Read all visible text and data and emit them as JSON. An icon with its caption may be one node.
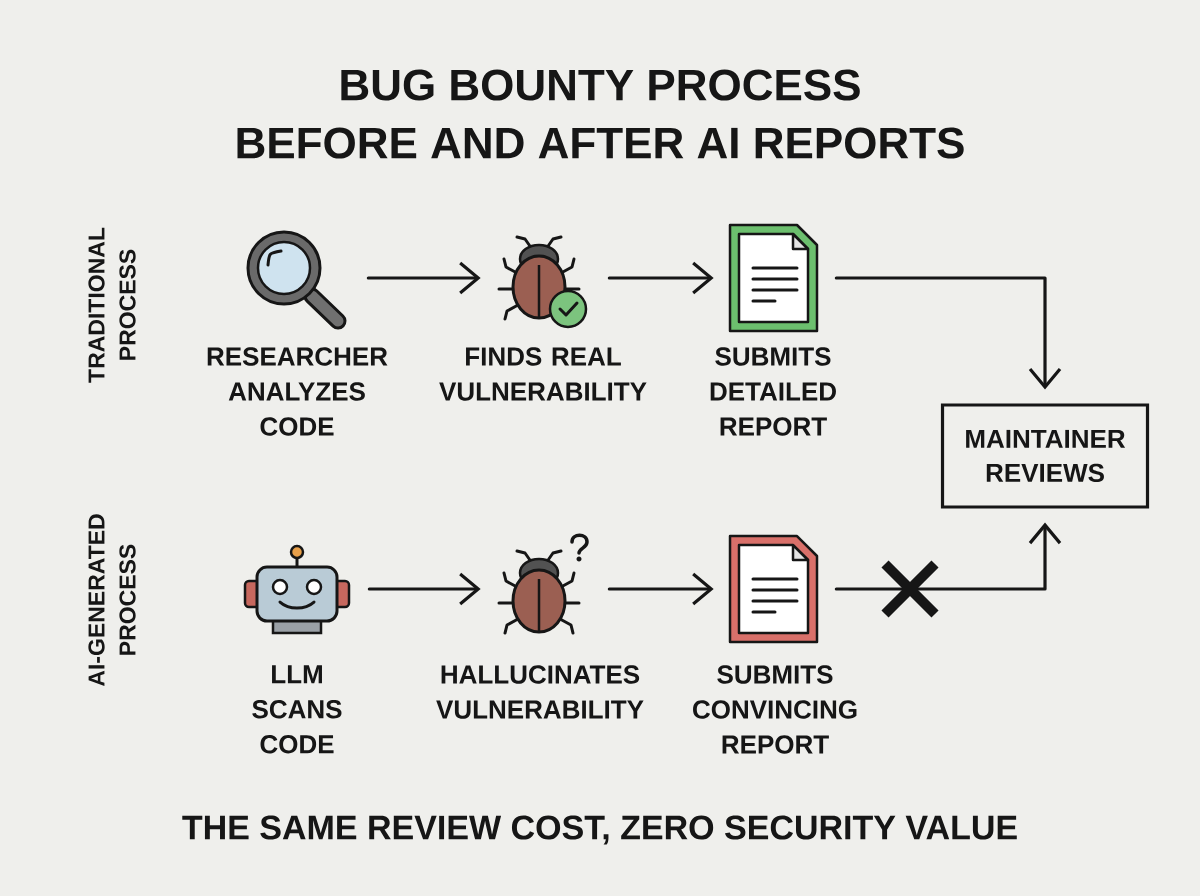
{
  "diagram": {
    "title": "BUG BOUNTY PROCESS BEFORE AND AFTER AI REPORTS",
    "caption": "THE SAME REVIEW COST, ZERO SECURITY VALUE",
    "nodes": [
      {
        "text": [],
        "shape": "picture",
        "beside": [
          "RESEARCHER ANALYZES CODE"
        ]
      },
      {
        "text": [],
        "shape": "picture",
        "beside": [
          "FINDS REAL VULNERABILITY"
        ]
      },
      {
        "text": [],
        "shape": "picture",
        "beside": [
          "SUBMITS DETAILED REPORT"
        ]
      },
      {
        "text": [],
        "shape": "picture",
        "beside": [
          "LLM SCANS CODE"
        ]
      },
      {
        "text": [],
        "shape": "picture",
        "beside": [
          "HALLUCINATES VULNERABILITY"
        ]
      },
      {
        "text": [],
        "shape": "picture",
        "beside": [
          "SUBMITS CONVINCING REPORT"
        ]
      },
      {
        "text": [
          "MAINTAINER REVIEWS"
        ]
      }
    ],
    "edges": [
      {
        "from": 0,
        "to": 1,
        "arrow": "to"
      },
      {
        "from": 1,
        "to": 2,
        "arrow": "to"
      },
      {
        "from": 2,
        "to": 6,
        "arrow": "to"
      },
      {
        "from": 3,
        "to": 4,
        "arrow": "to"
      },
      {
        "from": 4,
        "to": 5,
        "arrow": "to"
      },
      {
        "from": 5,
        "to": 6,
        "arrow": "to"
      }
    ],
    "labels": [
      "TRADITIONAL PROCESS",
      "AI-GENERATED PROCESS"
    ]
  }
}
